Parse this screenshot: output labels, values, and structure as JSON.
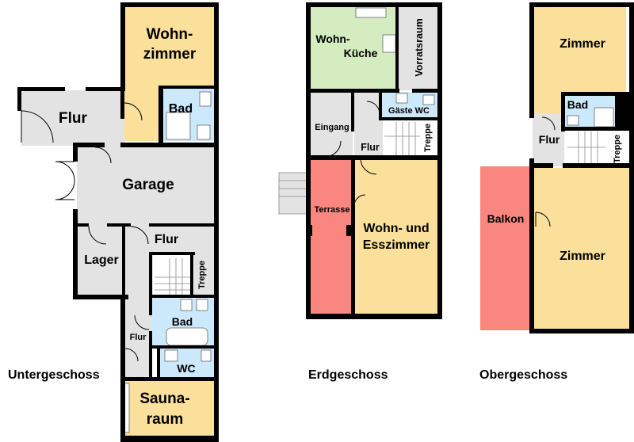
{
  "floors": {
    "untergeschoss": {
      "caption": "Untergeschoss",
      "rooms": {
        "wohnzimmer_1": "Wohn-",
        "wohnzimmer_2": "zimmer",
        "bad": "Bad",
        "flur": "Flur",
        "garage": "Garage",
        "lager": "Lager",
        "flur2": "Flur",
        "treppe": "Treppe",
        "bad2": "Bad",
        "flur3": "Flur",
        "wc": "WC",
        "sauna_1": "Sauna-",
        "sauna_2": "raum"
      }
    },
    "erdgeschoss": {
      "caption": "Erdgeschoss",
      "rooms": {
        "wohnkueche_1": "Wohn-",
        "wohnkueche_2": "Küche",
        "vorratsraum": "Vorratsraum",
        "gaeste_wc": "Gäste WC",
        "eingang": "Eingang",
        "flur": "Flur",
        "treppe": "Treppe",
        "terrasse": "Terrasse",
        "wohnesszimmer_1": "Wohn- und",
        "wohnesszimmer_2": "Esszimmer"
      }
    },
    "obergeschoss": {
      "caption": "Obergeschoss",
      "rooms": {
        "zimmer_top": "Zimmer",
        "bad": "Bad",
        "flur": "Flur",
        "treppe": "Treppe",
        "balkon": "Balkon",
        "zimmer_bottom": "Zimmer"
      }
    }
  },
  "colors": {
    "living": "#fbe09c",
    "wet": "#cce8fb",
    "circulation": "#e3e3e3",
    "kitchen": "#d4ecbf",
    "outdoor": "#f9877f",
    "walls": "#000000"
  }
}
